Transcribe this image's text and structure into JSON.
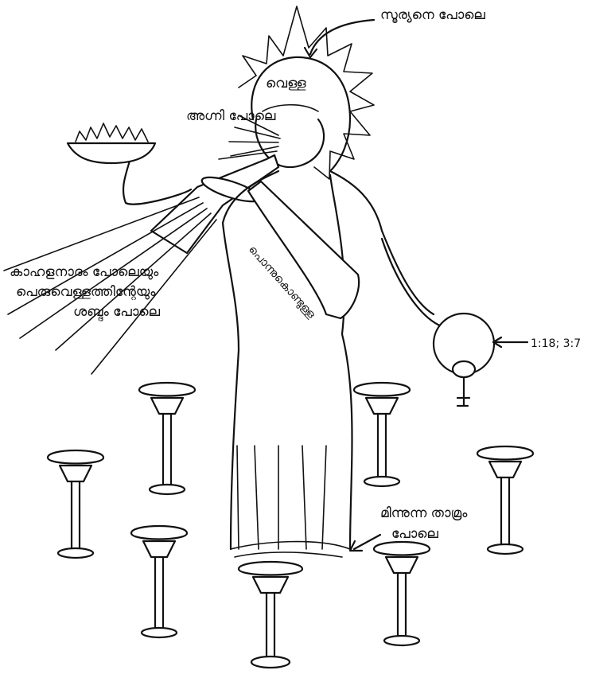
{
  "labels": {
    "sun": "സൂര്യനെ പോലെ",
    "white": "വെള്ള",
    "fire": "അഗ്നി പോലെ",
    "sash": "പൊന്നുകൊണ്ടുള്ള",
    "voice_line1": "കാഹളനാദം പോലെയും",
    "voice_line2": "പെരുവെള്ളത്തിന്റേയും",
    "voice_line3": "ശബ്ദം പോലെ",
    "reference": "1:18; 3:7",
    "bronze_line1": "മിന്നുന്ന താമ്രം",
    "bronze_line2": "പോലെ"
  }
}
